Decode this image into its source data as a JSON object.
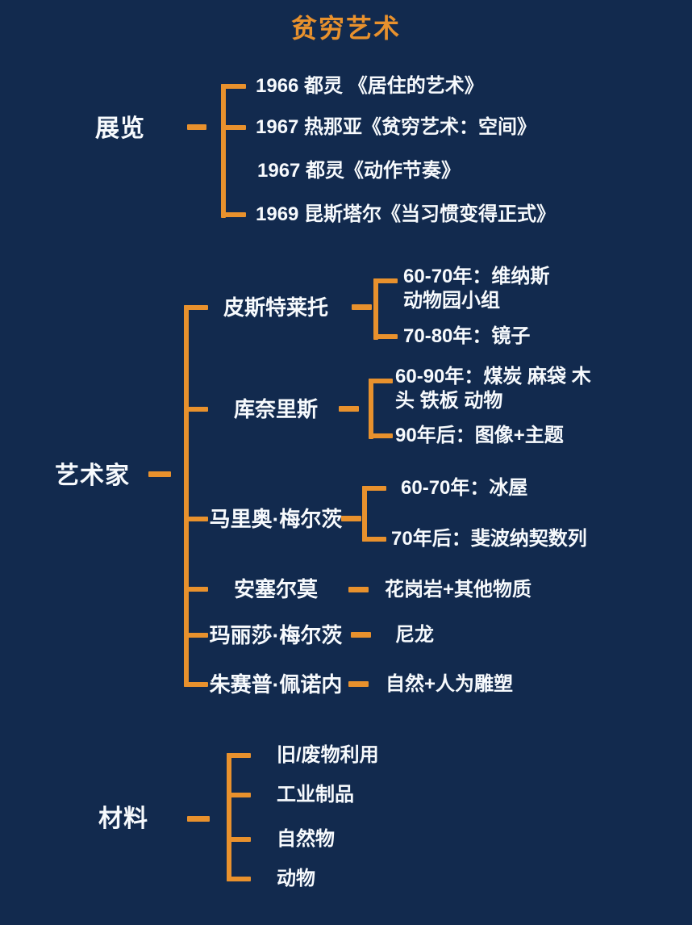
{
  "title": "贫穷艺术",
  "colors": {
    "background": "#122A4E",
    "accent": "#E8912D",
    "text": "#F7FAFD"
  },
  "exhibitions": {
    "label": "展览",
    "items": [
      "1966 都灵 《居住的艺术》",
      "1967 热那亚《贫穷艺术：空间》",
      "1967 都灵《动作节奏》",
      "1969 昆斯塔尔《当习惯变得正式》"
    ]
  },
  "artists": {
    "label": "艺术家",
    "members": [
      {
        "name": "皮斯特莱托",
        "periods": [
          "60-70年：维纳斯\n动物园小组",
          "70-80年：镜子"
        ]
      },
      {
        "name": "库奈里斯",
        "periods": [
          "60-90年：煤炭 麻袋 木\n头 铁板 动物",
          "90年后：图像+主题"
        ]
      },
      {
        "name": "马里奥·梅尔茨",
        "periods": [
          "60-70年：冰屋",
          "70年后：斐波纳契数列"
        ]
      },
      {
        "name": "安塞尔莫",
        "material": "花岗岩+其他物质"
      },
      {
        "name": "玛丽莎·梅尔茨",
        "material": "尼龙"
      },
      {
        "name": "朱赛普·佩诺内",
        "material": "自然+人为雕塑"
      }
    ]
  },
  "materials": {
    "label": "材料",
    "items": [
      "旧/废物利用",
      "工业制品",
      "自然物",
      "动物"
    ]
  }
}
